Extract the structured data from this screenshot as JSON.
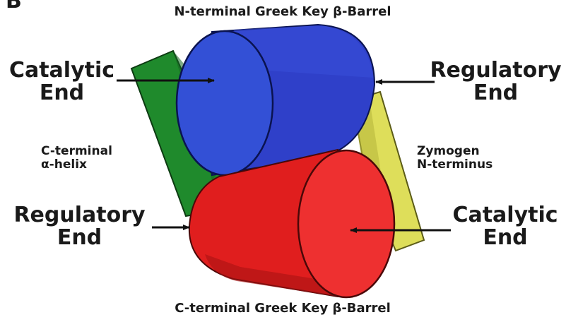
{
  "panel_letter": "B",
  "title_top": "N-terminal Greek Key β-Barrel",
  "title_bottom": "C-terminal Greek Key β-Barrel",
  "labels": {
    "top_left_line1": "Catalytic",
    "top_left_line2": "End",
    "top_right_line1": "Regulatory",
    "top_right_line2": "End",
    "bottom_left_line1": "Regulatory",
    "bottom_left_line2": "End",
    "bottom_right_line1": "Catalytic",
    "bottom_right_line2": "End",
    "helix_line1": "C-terminal",
    "helix_line2": "α-helix",
    "zymogen_line1": "Zymogen",
    "zymogen_line2": "N-terminus"
  },
  "colors": {
    "blue_barrel": "#2f40c9",
    "blue_barrel_face": "#3350d6",
    "red_barrel": "#e01e1e",
    "red_barrel_face": "#ee3030",
    "green_helix": "#1f8a2c",
    "yellow_terminus": "#dede5a"
  }
}
